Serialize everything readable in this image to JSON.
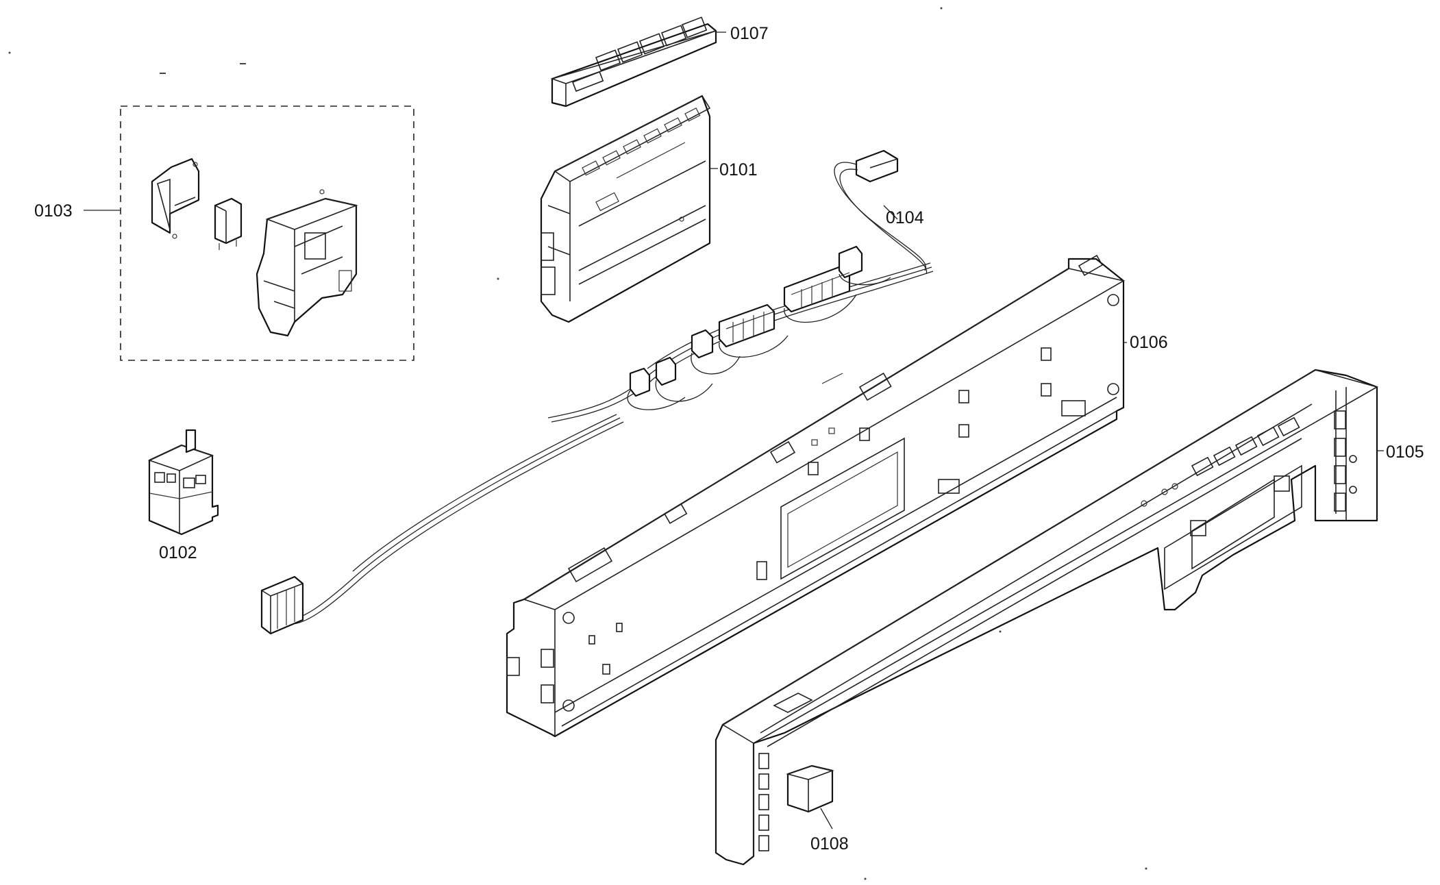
{
  "diagram": {
    "type": "exploded-parts-diagram",
    "parts": [
      {
        "id": "0101",
        "icon": "control-module"
      },
      {
        "id": "0102",
        "icon": "switch-block"
      },
      {
        "id": "0103",
        "icon": "door-latch-assembly"
      },
      {
        "id": "0104",
        "icon": "wiring-harness"
      },
      {
        "id": "0105",
        "icon": "front-fascia-panel"
      },
      {
        "id": "0106",
        "icon": "control-panel-frame"
      },
      {
        "id": "0107",
        "icon": "push-button-strip"
      },
      {
        "id": "0108",
        "icon": "small-block-cap"
      }
    ]
  }
}
